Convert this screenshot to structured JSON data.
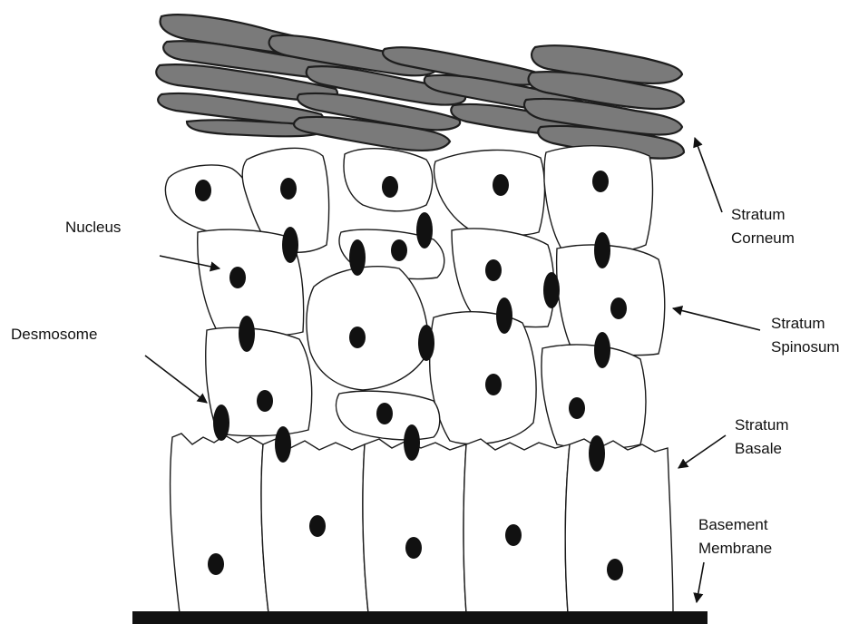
{
  "labels": {
    "nucleus": "Nucleus",
    "desmosome": "Desmosome",
    "stratum_corneum": [
      "Stratum",
      "Corneum"
    ],
    "stratum_spinosum": [
      "Stratum",
      "Spinosum"
    ],
    "stratum_basale": [
      "Stratum",
      "Basale"
    ],
    "basement_membrane": [
      "Basement",
      "Membrane"
    ]
  },
  "colors": {
    "corneum_fill": "#7a7a7a",
    "outline": "#1a1a1a",
    "nucleus": "#111111",
    "membrane": "#111111"
  }
}
